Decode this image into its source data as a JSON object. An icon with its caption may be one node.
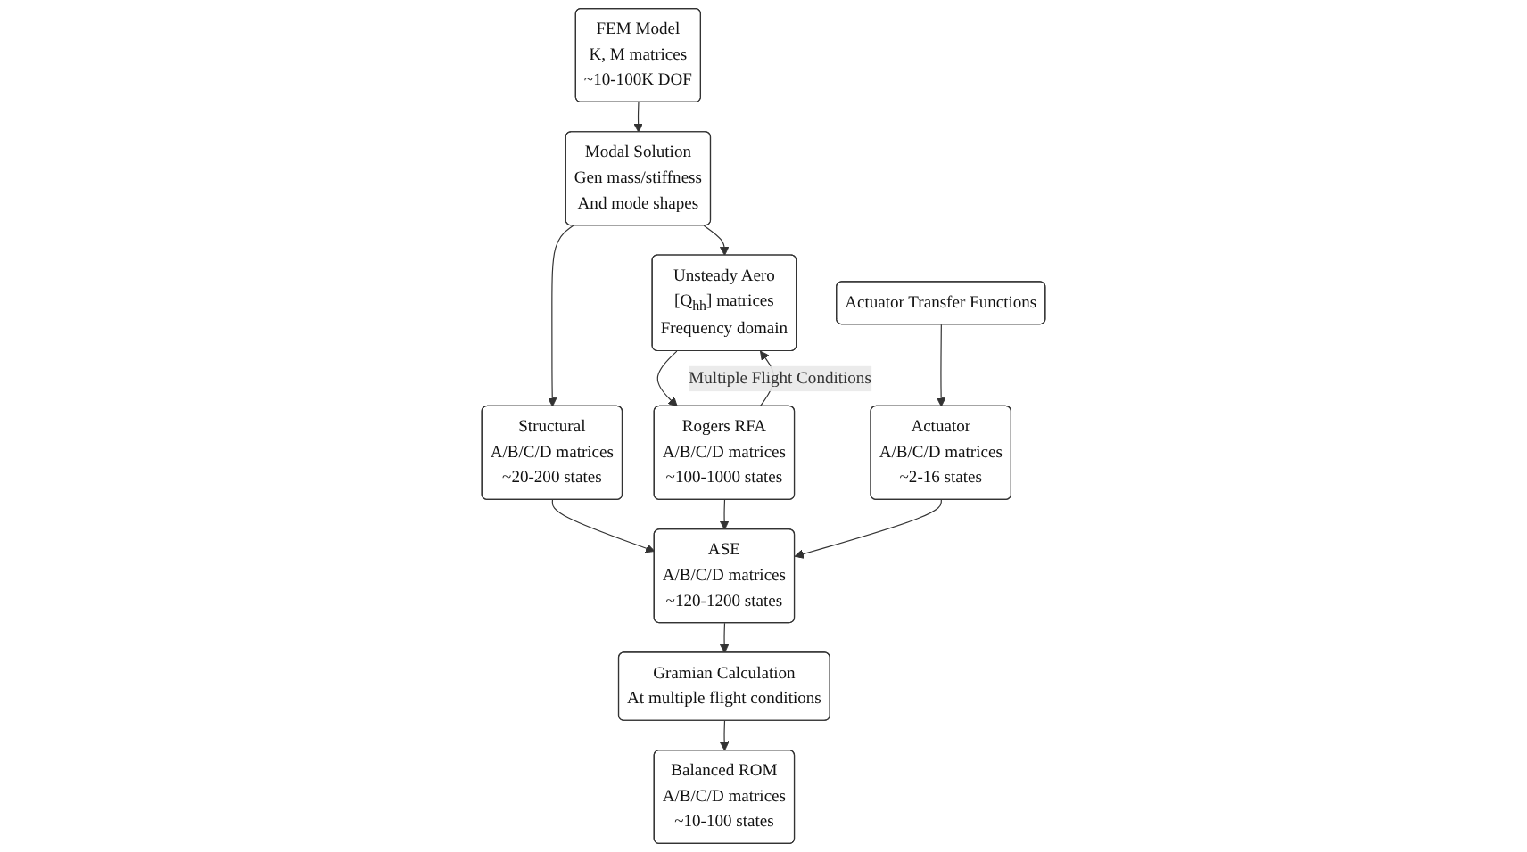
{
  "diagram": {
    "nodes": [
      {
        "text": [
          "FEM Model",
          "K, M matrices",
          "~10-100K  DOF"
        ]
      },
      {
        "text": [
          "Modal Solution",
          "Gen mass/stiffness",
          "And mode shapes"
        ]
      },
      {
        "text": [
          "Unsteady Aero",
          "[Q$_{hh}$] matrices",
          "Frequency domain"
        ]
      },
      {
        "text": [
          "Actuator Transfer Functions"
        ]
      },
      {
        "text": [
          "Structural",
          "A/B/C/D matrices",
          "~20-200 states"
        ]
      },
      {
        "text": [
          "Rogers RFA",
          "A/B/C/D matrices",
          "~100-1000 states"
        ]
      },
      {
        "text": [
          "Actuator",
          "A/B/C/D matrices",
          "~2-16 states"
        ]
      },
      {
        "text": [
          "ASE",
          "A/B/C/D matrices",
          "~120-1200 states"
        ]
      },
      {
        "text": [
          "Gramian Calculation",
          "At multiple flight conditions"
        ]
      },
      {
        "text": [
          "Balanced ROM",
          "A/B/C/D matrices",
          "~10-100 states"
        ]
      }
    ],
    "edges": [
      {
        "from": 0,
        "to": 1,
        "arrow": "to"
      },
      {
        "from": 1,
        "to": 2,
        "arrow": "to"
      },
      {
        "from": 1,
        "to": 4,
        "arrow": "to"
      },
      {
        "from": 2,
        "to": 5,
        "arrow": "to"
      },
      {
        "from": 5,
        "to": 2,
        "arrow": "to",
        "label": "Multiple Flight Conditions"
      },
      {
        "from": 3,
        "to": 6,
        "arrow": "to"
      },
      {
        "from": 4,
        "to": 7,
        "arrow": "to"
      },
      {
        "from": 5,
        "to": 7,
        "arrow": "to"
      },
      {
        "from": 6,
        "to": 7,
        "arrow": "to"
      },
      {
        "from": 7,
        "to": 8,
        "arrow": "to"
      },
      {
        "from": 8,
        "to": 9,
        "arrow": "to"
      }
    ]
  }
}
